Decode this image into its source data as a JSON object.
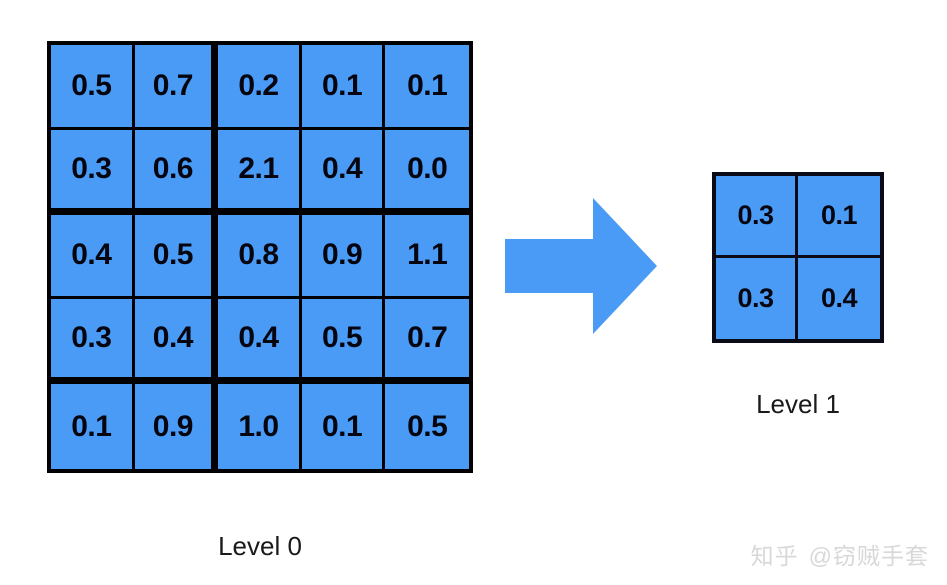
{
  "chart_data": {
    "type": "heatmap",
    "title": "",
    "description": "Mipmap / pooling downsample from a 5x5 value grid (Level 0) to a 2x2 grid (Level 1)",
    "colors": {
      "cell_fill": "#4a9bf5",
      "cell_border": "#000000",
      "arrow": "#4a9bf5",
      "text": "#050510",
      "caption": "#1a1a1a",
      "background": "#ffffff",
      "watermark": "#d8d8d8"
    },
    "grids": [
      {
        "name": "level0",
        "caption": "Level 0",
        "rows": 5,
        "cols": 5,
        "values": [
          [
            "0.5",
            "0.7",
            "0.2",
            "0.1",
            "0.1"
          ],
          [
            "0.3",
            "0.6",
            "2.1",
            "0.4",
            "0.0"
          ],
          [
            "0.4",
            "0.5",
            "0.8",
            "0.9",
            "1.1"
          ],
          [
            "0.3",
            "0.4",
            "0.4",
            "0.5",
            "0.7"
          ],
          [
            "0.1",
            "0.9",
            "1.0",
            "0.1",
            "0.5"
          ]
        ],
        "block_dividers": {
          "after_columns": [
            2
          ],
          "after_rows": [
            2,
            4
          ]
        }
      },
      {
        "name": "level1",
        "caption": "Level 1",
        "rows": 2,
        "cols": 2,
        "values": [
          [
            "0.3",
            "0.1"
          ],
          [
            "0.3",
            "0.4"
          ]
        ]
      }
    ]
  },
  "level0": {
    "caption": "Level 0",
    "values": [
      [
        "0.5",
        "0.7",
        "0.2",
        "0.1",
        "0.1"
      ],
      [
        "0.3",
        "0.6",
        "2.1",
        "0.4",
        "0.0"
      ],
      [
        "0.4",
        "0.5",
        "0.8",
        "0.9",
        "1.1"
      ],
      [
        "0.3",
        "0.4",
        "0.4",
        "0.5",
        "0.7"
      ],
      [
        "0.1",
        "0.9",
        "1.0",
        "0.1",
        "0.5"
      ]
    ]
  },
  "level1": {
    "caption": "Level 1",
    "values": [
      [
        "0.3",
        "0.1"
      ],
      [
        "0.3",
        "0.4"
      ]
    ]
  },
  "arrow": {
    "icon": "arrow-right-icon",
    "direction": "right",
    "color": "#4a9bf5"
  },
  "watermark": {
    "logo": "知乎",
    "handle": "@窃贼手套"
  }
}
